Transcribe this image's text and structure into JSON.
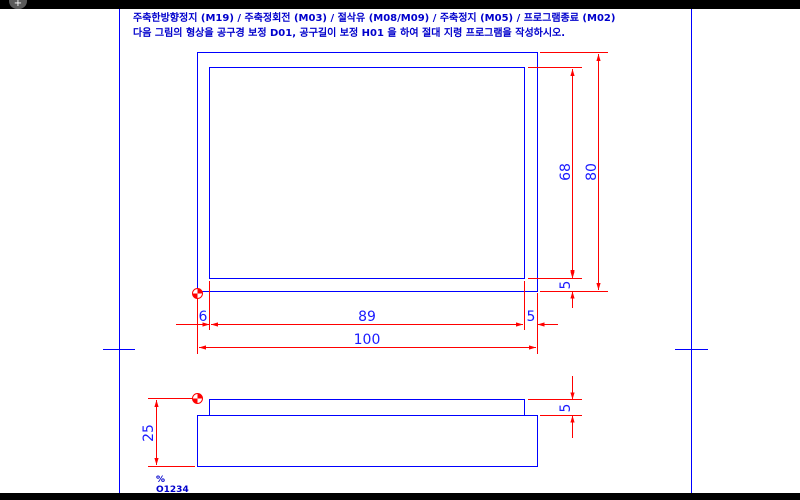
{
  "instructions": {
    "line1": "주축한방향정지 (M19) / 주축정회전 (M03) / 절삭유 (M08/M09) / 주축정지 (M05) / 프로그램종료 (M02)",
    "line2": "다음 그림의 형상을 공구경 보정 D01, 공구길이 보정 H01 을 하여 절대 지령 프로그램을 작성하시오."
  },
  "dimensions": {
    "height_68": "68",
    "height_80": "80",
    "offset_5_right": "5",
    "width_6": "6",
    "width_89": "89",
    "width_5": "5",
    "width_100": "100",
    "side_step_5": "5",
    "side_height_25": "25"
  },
  "program": {
    "percent": "%",
    "number": "O1234"
  },
  "colors": {
    "outline": "#0000ff",
    "dimension": "#ff0000",
    "text": "#0000cc",
    "origin_marker": "#ff0000"
  }
}
